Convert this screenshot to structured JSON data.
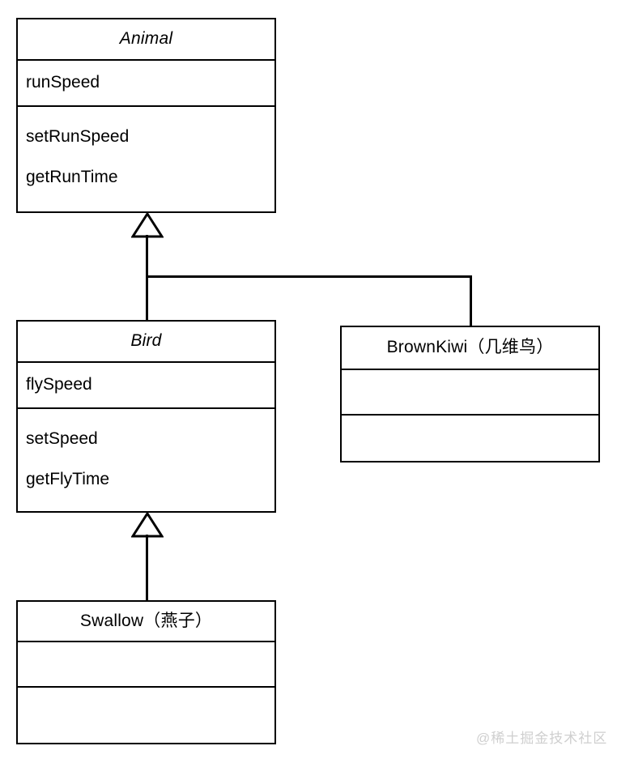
{
  "diagram": {
    "type": "uml-class-diagram",
    "background": "#ffffff",
    "line_color": "#000000",
    "classes": [
      {
        "id": "animal",
        "name": "Animal",
        "abstract": true,
        "attributes": [
          "runSpeed"
        ],
        "operations": [
          "setRunSpeed",
          "getRunTime"
        ]
      },
      {
        "id": "bird",
        "name": "Bird",
        "abstract": true,
        "attributes": [
          "flySpeed"
        ],
        "operations": [
          "setSpeed",
          "getFlyTime"
        ]
      },
      {
        "id": "brownkiwi",
        "name": "BrownKiwi（几维鸟）",
        "abstract": false,
        "attributes": [],
        "operations": []
      },
      {
        "id": "swallow",
        "name": "Swallow（燕子）",
        "abstract": false,
        "attributes": [],
        "operations": []
      }
    ],
    "relations": [
      {
        "type": "generalization",
        "from": "bird",
        "to": "animal"
      },
      {
        "type": "generalization",
        "from": "brownkiwi",
        "to": "animal"
      },
      {
        "type": "generalization",
        "from": "swallow",
        "to": "bird"
      }
    ]
  },
  "watermark": {
    "text": "@稀土掘金技术社区",
    "color": "#cfcfcf"
  }
}
